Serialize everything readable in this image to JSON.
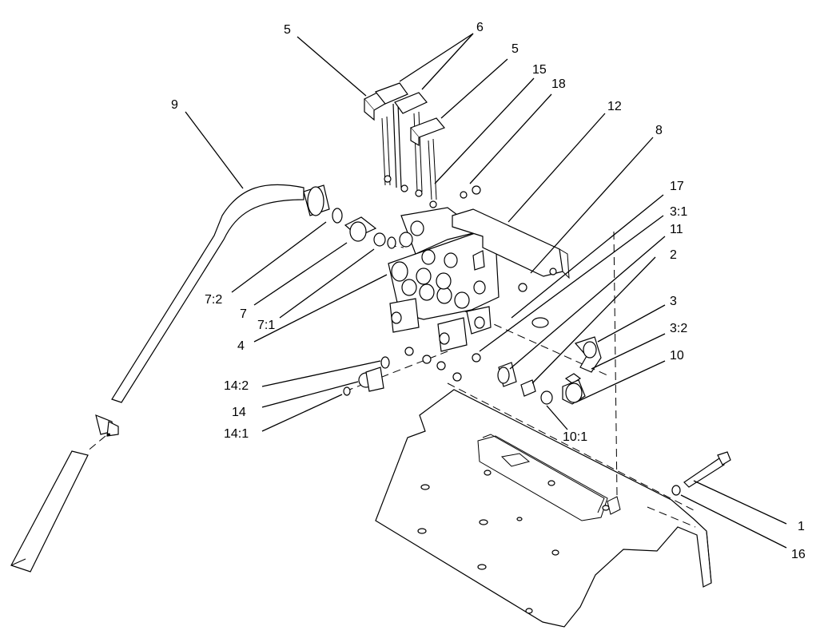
{
  "callouts": {
    "c1": "1",
    "c2": "2",
    "c3": "3",
    "c3_1": "3:1",
    "c3_2": "3:2",
    "c4": "4",
    "c5a": "5",
    "c5b": "5",
    "c6": "6",
    "c7": "7",
    "c7_1": "7:1",
    "c7_2": "7:2",
    "c8": "8",
    "c9": "9",
    "c10": "10",
    "c10_1": "10:1",
    "c11": "11",
    "c12": "12",
    "c14": "14",
    "c14_1": "14:1",
    "c14_2": "14:2",
    "c15": "15",
    "c16": "16",
    "c17": "17",
    "c18": "18"
  },
  "line_color": "#000000",
  "background_color": "#ffffff"
}
